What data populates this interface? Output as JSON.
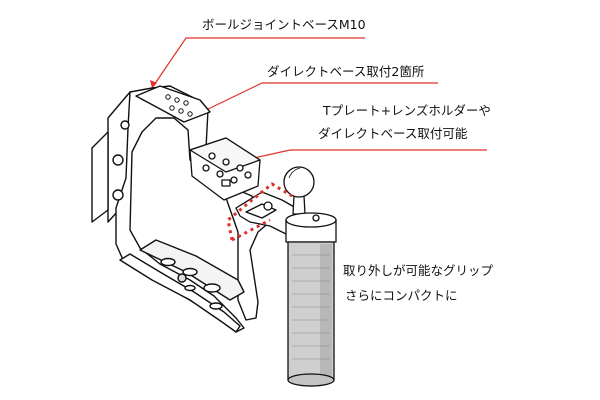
{
  "callouts": {
    "ball_joint_base": "ボールジョイントベースM10",
    "direct_base_mount": "ダイレクトベース取付2箇所",
    "t_plate_line1": "Tプレート+レンズホルダーや",
    "t_plate_line2": "ダイレクトベース取付可能",
    "grip_line1": "取り外しが可能なグリップ",
    "grip_line2": "さらにコンパクトに"
  },
  "colors": {
    "leader_line": "#e0302b",
    "outline": "#111111",
    "dotted_highlight": "#e0302b",
    "grip_fill": "#cfcfcf"
  }
}
